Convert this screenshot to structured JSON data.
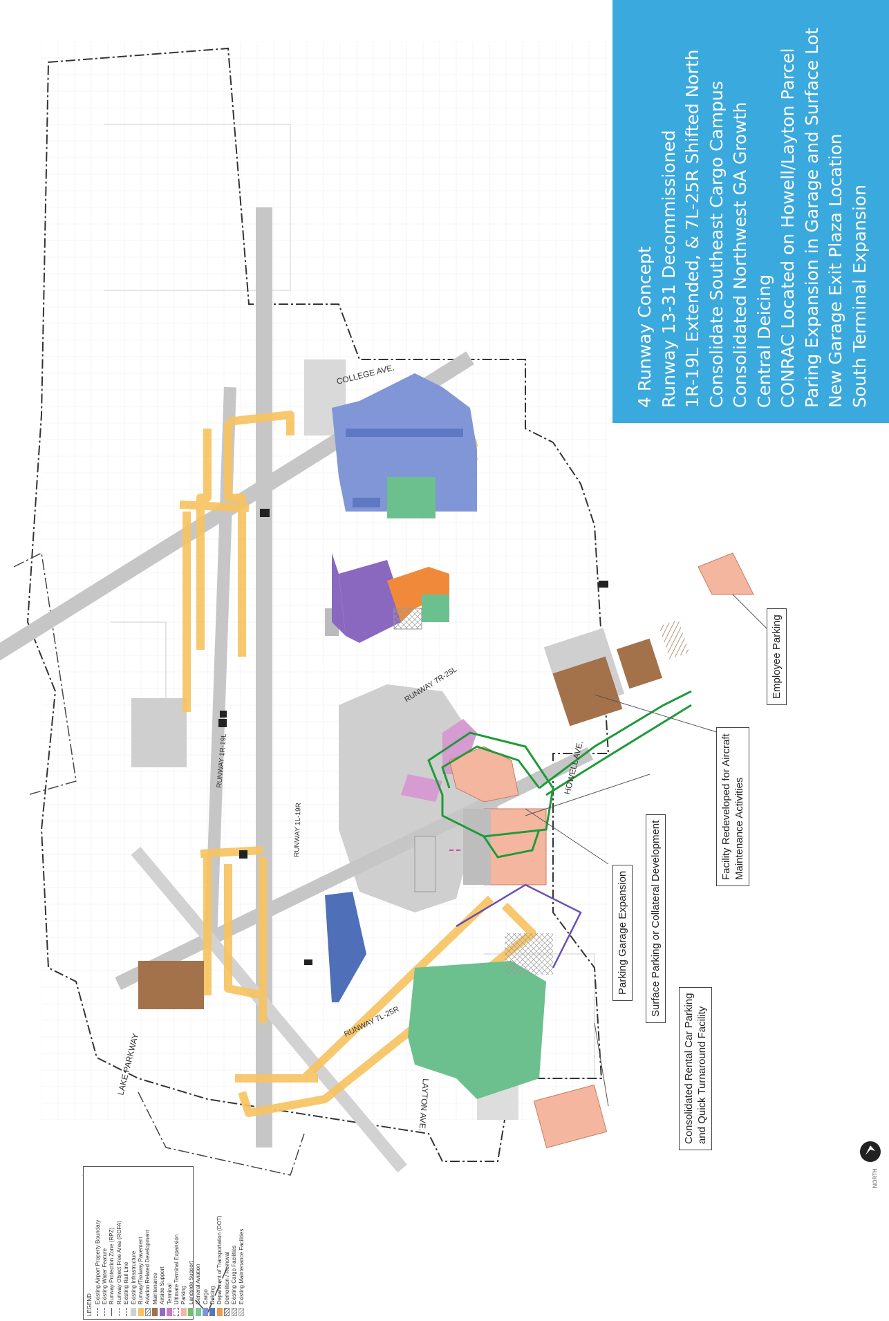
{
  "info_panel": {
    "lines": [
      "4 Runway Concept",
      "Runway 13-31 Decommissioned",
      "1R-19L Extended, & 7L-25R Shifted North",
      "Consolidate Southeast Cargo Campus",
      "Consolidated Northwest GA Growth",
      "Central Deicing",
      "CONRAC Located on Howell/Layton Parcel",
      "Paring Expansion in Garage and Surface Lot",
      "New Garage Exit Plaza Location",
      "South Terminal Expansion"
    ],
    "color": "#3aa9de"
  },
  "map_labels": {
    "college_ave": "COLLEGE AVE.",
    "lake_parkway": "LAKE PARKWAY",
    "layton_ave": "LAYTON AVE.",
    "howell_ave": "HOWELL AVE.",
    "runway_7r_25l": "RUNWAY 7R-25L",
    "runway_1r_19l": "RUNWAY 1R-19L",
    "runway_1l_19r": "RUNWAY 1L-19R",
    "runway_7l_25r": "RUNWAY 7L-25R"
  },
  "callouts": {
    "employee_parking": "Employee Parking",
    "facility_redeveloped": [
      "Facility Redeveloped for Aircraft",
      "Maintenance Activities"
    ],
    "surface_parking": "Surface Parking or Collateral Development",
    "parking_garage": "Parking Garage Expansion",
    "conrac": [
      "Consolidated Rental Car Parking",
      "and Quick Turnaround Facility"
    ]
  },
  "legend": {
    "title": "LEGEND",
    "items": [
      {
        "label": "Existing Airport Property Boundary",
        "swatch": "dashdot",
        "color": "#333333"
      },
      {
        "label": "Existing Water Feature",
        "swatch": "dash",
        "color": "#555599"
      },
      {
        "label": "Runway Protection Zone (RPZ)",
        "swatch": "line",
        "color": "#555555"
      },
      {
        "label": "Runway Object Free Area (ROFA)",
        "swatch": "dash",
        "color": "#777777"
      },
      {
        "label": "Existing Rail Line",
        "swatch": "dash",
        "color": "#333333"
      },
      {
        "label": "Existing Infrastructure",
        "swatch": "fill",
        "color": "#d0d0d0"
      },
      {
        "label": "Runway/Taxiway Pavement",
        "swatch": "fill",
        "color": "#f7c35f"
      },
      {
        "label": "Aviation Related Development",
        "swatch": "hatch",
        "color": "#888888"
      },
      {
        "label": "Maintenance",
        "swatch": "fill",
        "color": "#a3714a"
      },
      {
        "label": "Airside Support",
        "swatch": "fill",
        "color": "#8e6ec0"
      },
      {
        "label": "Terminal",
        "swatch": "fill",
        "color": "#c77bc0"
      },
      {
        "label": "Ultimate Terminal Expansion",
        "swatch": "dashbox",
        "color": "#c04b9c"
      },
      {
        "label": "Parking",
        "swatch": "fill",
        "color": "#f4b7a0"
      },
      {
        "label": "Landside Support",
        "swatch": "fill",
        "color": "#6fbf73"
      },
      {
        "label": "General Aviation",
        "swatch": "fill",
        "color": "#79c79a"
      },
      {
        "label": "Cargo",
        "swatch": "fill",
        "color": "#7f94d2"
      },
      {
        "label": "Deicing",
        "swatch": "fill",
        "color": "#5577bb"
      },
      {
        "label": "Department of Transportation (DOT)",
        "swatch": "fill",
        "color": "#f09a4c"
      },
      {
        "label": "Demolition / Removal",
        "swatch": "hatch",
        "color": "#777777"
      },
      {
        "label": "Existing Cargo Facilities",
        "swatch": "hatch",
        "color": "#999999"
      },
      {
        "label": "Existing Maintenance Facilities",
        "swatch": "hatch",
        "color": "#aaaaaa"
      }
    ]
  },
  "north_label": "NORTH",
  "colors": {
    "pavement": "#f7c35f",
    "infrastructure": "#cfcfcf",
    "cargo": "#8196d6",
    "deicing": "#4f6fb8",
    "general_aviation": "#6cc08e",
    "airside_support": "#8a68c0",
    "dot": "#f08a3a",
    "maintenance": "#a3714a",
    "parking": "#f5b6a0",
    "terminal": "#d69bd0",
    "roadway_green": "#1f9a3a",
    "purple_line": "#6a4fb0"
  }
}
